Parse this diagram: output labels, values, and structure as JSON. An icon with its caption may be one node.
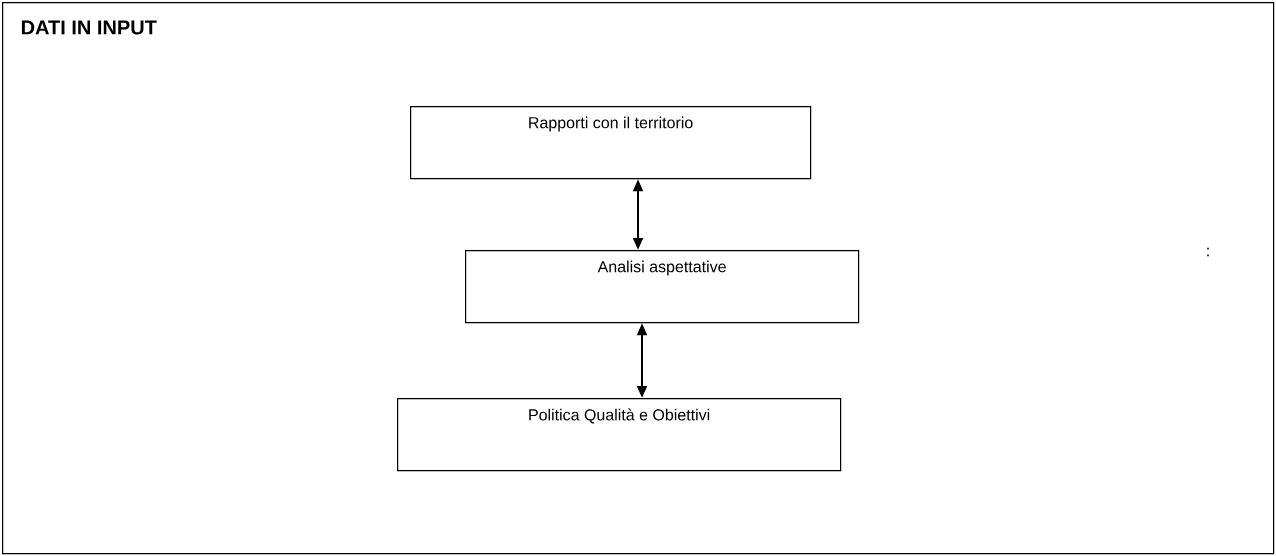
{
  "diagram": {
    "nodes": [
      {
        "text": [
          "DATI IN INPUT"
        ]
      },
      {
        "text": [
          "Rapporti con il territorio"
        ],
        "in": 0
      },
      {
        "text": [
          "Analisi aspettative"
        ],
        "in": 0
      },
      {
        "text": [
          "Politica Qualità e Obiettivi"
        ],
        "in": 0
      }
    ],
    "edges": [
      {
        "from": 1,
        "to": 2,
        "arrow": "both"
      },
      {
        "from": 2,
        "to": 3,
        "arrow": "both"
      }
    ],
    "labels": [
      ":"
    ]
  }
}
